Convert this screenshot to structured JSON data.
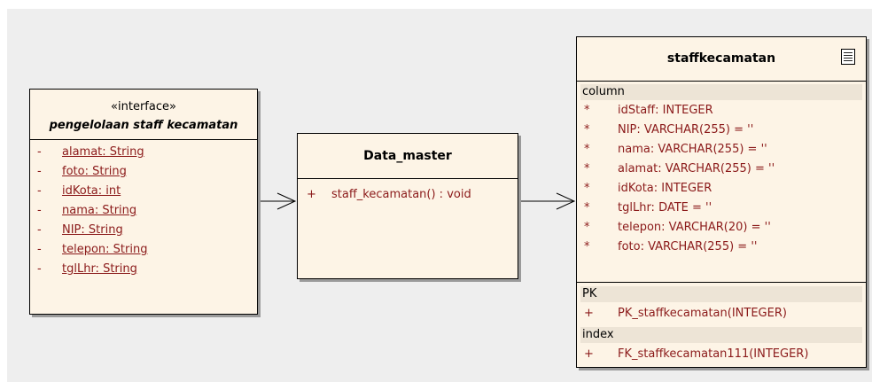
{
  "interface_box": {
    "stereotype": "«interface»",
    "name": "pengelolaan staff kecamatan",
    "attributes": [
      {
        "visibility": "-",
        "text": "alamat:  String"
      },
      {
        "visibility": "-",
        "text": "foto:  String"
      },
      {
        "visibility": "-",
        "text": "idKota:  int"
      },
      {
        "visibility": "-",
        "text": "nama:  String"
      },
      {
        "visibility": "-",
        "text": "NIP:  String"
      },
      {
        "visibility": "-",
        "text": "telepon:  String"
      },
      {
        "visibility": "-",
        "text": "tglLhr:  String"
      }
    ]
  },
  "class_box": {
    "name": "Data_master",
    "operation_visibility": "+",
    "operation": "staff_kecamatan() : void"
  },
  "table_box": {
    "name": "staffkecamatan",
    "icon": "table-icon",
    "column_section": "column",
    "columns": [
      {
        "marker": "*",
        "text": "idStaff:  INTEGER"
      },
      {
        "marker": "*",
        "text": "NIP:  VARCHAR(255) = ''"
      },
      {
        "marker": "*",
        "text": "nama:  VARCHAR(255) = ''"
      },
      {
        "marker": "*",
        "text": "alamat:  VARCHAR(255) = ''"
      },
      {
        "marker": "*",
        "text": "idKota:  INTEGER"
      },
      {
        "marker": "*",
        "text": "tglLhr:  DATE = ''"
      },
      {
        "marker": "*",
        "text": "telepon:  VARCHAR(20) = ''"
      },
      {
        "marker": "*",
        "text": "foto:  VARCHAR(255) = ''"
      }
    ],
    "pk_section": "PK",
    "pk": {
      "marker": "+",
      "text": "PK_staffkecamatan(INTEGER)"
    },
    "index_section": "index",
    "index": {
      "marker": "+",
      "text": "FK_staffkecamatan111(INTEGER)"
    }
  },
  "colors": {
    "box_fill": "#fdf4e6",
    "section_fill": "#ede4d6",
    "attribute_text": "#8b1a1a",
    "background": "#eeeeee"
  }
}
